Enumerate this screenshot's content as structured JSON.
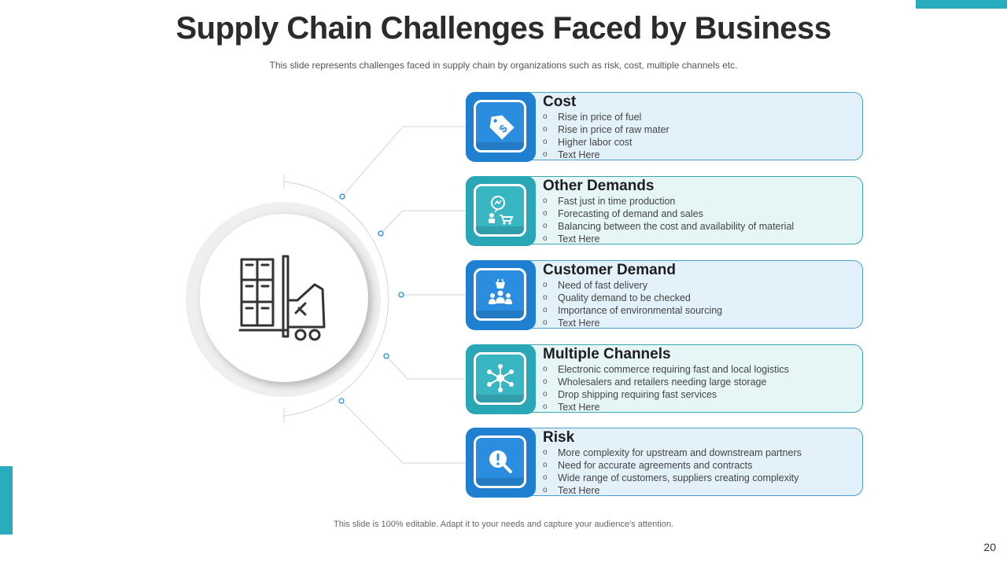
{
  "slide": {
    "title": "Supply Chain Challenges Faced by Business",
    "subtitle": "This slide represents challenges faced in supply chain by organizations  such as risk, cost, multiple channels etc.",
    "footer": "This slide is 100% editable. Adapt it to your needs and capture your audience's attention.",
    "page_number": "20"
  },
  "colors": {
    "accent": "#2aacbf",
    "blue": "#1f7fd0",
    "teal": "#2aa7b6"
  },
  "hub": {
    "icon": "forklift-boxes-icon"
  },
  "cards": [
    {
      "title": "Cost",
      "icon": "price-tag-dollar-icon",
      "bullet": "o",
      "items": [
        "Rise in price of fuel",
        "Rise in price of raw  mater",
        "Higher  labor cost",
        "Text Here"
      ]
    },
    {
      "title": "Other Demands",
      "icon": "customer-cart-icon",
      "bullet": "o",
      "items": [
        "Fast just in time production",
        "Forecasting of demand and sales",
        "Balancing  between the cost and availability  of material",
        "Text Here"
      ]
    },
    {
      "title": "Customer Demand",
      "icon": "customer-group-basket-icon",
      "bullet": "o",
      "items": [
        "Need of fast delivery",
        "Quality demand to be checked",
        "Importance  of environmental  sourcing",
        "Text Here"
      ]
    },
    {
      "title": "Multiple Channels",
      "icon": "network-hub-icon",
      "bullet": "o",
      "items": [
        "Electronic commerce requiring fast and local logistics",
        "Wholesalers and retailers needing large storage",
        "Drop shipping requiring  fast services",
        "Text Here"
      ]
    },
    {
      "title": "Risk",
      "icon": "risk-magnifier-icon",
      "bullet": "o",
      "items": [
        "More complexity for upstream and downstream  partners",
        "Need for accurate agreements  and contracts",
        "Wide range of customers, suppliers creating complexity",
        "Text Here"
      ]
    }
  ]
}
